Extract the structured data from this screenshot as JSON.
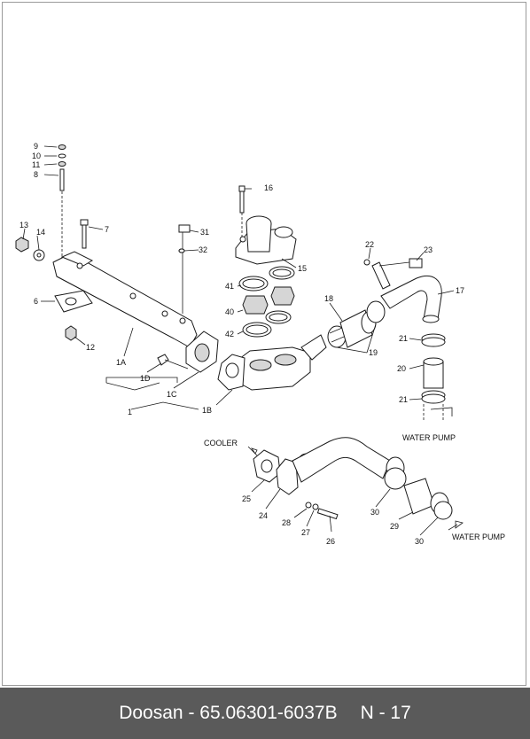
{
  "labels": {
    "p9": "9",
    "p10": "10",
    "p11": "11",
    "p8": "8",
    "p16": "16",
    "p13": "13",
    "p14": "14",
    "p7": "7",
    "p31": "31",
    "p32": "32",
    "p22": "22",
    "p23": "23",
    "p15": "15",
    "p17": "17",
    "p41": "41",
    "p18": "18",
    "p6": "6",
    "p40": "40",
    "p42": "42",
    "p21a": "21",
    "p19": "19",
    "p12": "12",
    "p20": "20",
    "p1A": "1A",
    "p1D": "1D",
    "p21b": "21",
    "p1C": "1C",
    "p1B": "1B",
    "p1": "1",
    "p25": "25",
    "p24": "24",
    "p30a": "30",
    "p28": "28",
    "p29": "29",
    "p27": "27",
    "p26": "26",
    "p30b": "30"
  },
  "notes": {
    "cooler": "COOLER",
    "water_pump_upper": "WATER PUMP",
    "water_pump_lower": "WATER PUMP"
  },
  "footer": {
    "brand": "Doosan",
    "dash": "-",
    "part_number": "65.06301-6037B",
    "page": "N - 17"
  },
  "colors": {
    "footer_bg": "#5a5a5a",
    "line": "#1a1a1a"
  }
}
